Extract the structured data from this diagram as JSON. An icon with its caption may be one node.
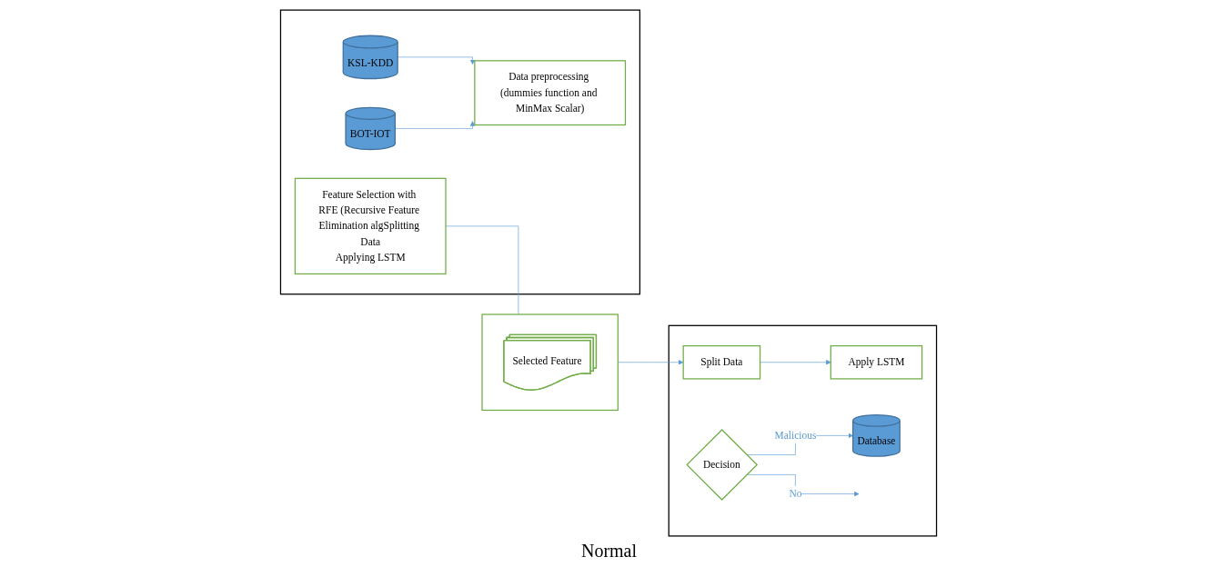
{
  "diagram": {
    "nodes": [
      {
        "text": [],
        "shape": "box"
      },
      {
        "text": [
          "KSL-KDD"
        ],
        "in": 0
      },
      {
        "text": [
          "Data preprocessing (dummies function and MinMax Scalar)"
        ],
        "in": 0
      },
      {
        "text": [
          "BOT-IOT"
        ],
        "in": 0
      },
      {
        "text": [
          "Feature Selection with RFE (Recursive Feature Elimination algSplitting Data",
          "Applying LSTM"
        ],
        "in": 0
      },
      {
        "text": [],
        "shape": "box"
      },
      {
        "text": [
          "Selected Feature"
        ],
        "in": 5
      },
      {
        "text": [],
        "shape": "box"
      },
      {
        "text": [
          "Split Data"
        ],
        "in": 7
      },
      {
        "text": [
          "Apply LSTM"
        ],
        "in": 7
      },
      {
        "text": [
          "Decision"
        ],
        "in": 7
      },
      {
        "text": [
          "Database"
        ],
        "in": 7
      }
    ],
    "edges": [
      {
        "from": 1,
        "to": 2,
        "arrow": "to"
      },
      {
        "from": 3,
        "to": 2,
        "arrow": "to"
      },
      {
        "from": 4,
        "to": 5,
        "arrow": "none"
      },
      {
        "from": 5,
        "to": 8,
        "arrow": "to"
      },
      {
        "from": 8,
        "to": 9,
        "arrow": "to"
      },
      {
        "from": 10,
        "to": 11,
        "arrow": "to",
        "label": "Malicious"
      },
      {
        "from": 10,
        "to": null,
        "arrow": "to",
        "label": "No"
      }
    ],
    "labels": [
      "Normal"
    ]
  }
}
